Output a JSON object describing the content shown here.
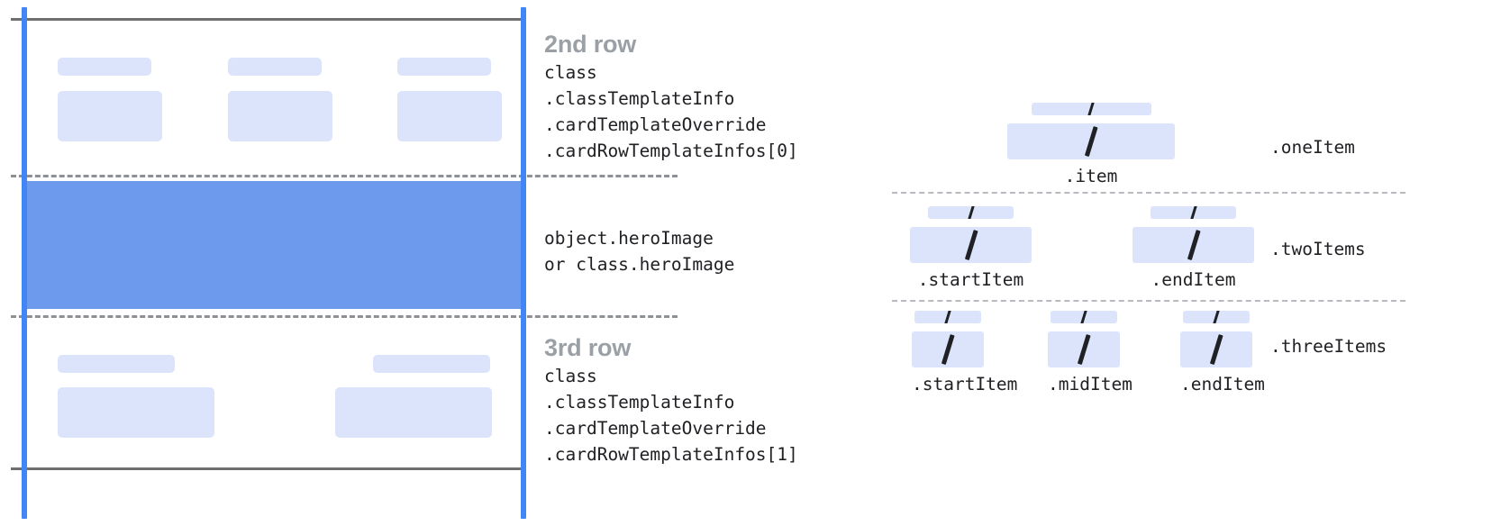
{
  "colors": {
    "accent_blue": "#4285f4",
    "hero_blue": "#6d9aec",
    "placeholder_blue": "#dbe4fb",
    "rule_gray": "#6d6f71",
    "dash_gray": "#8d9196",
    "title_gray": "#9aa0a6",
    "code_text": "#202124"
  },
  "left_diagram": {
    "row2_annotation": {
      "title": "2nd row",
      "code": "class\n.classTemplateInfo\n.cardTemplateOverride\n.cardRowTemplateInfos[0]"
    },
    "hero_annotation": {
      "code": "object.heroImage\nor class.heroImage"
    },
    "row3_annotation": {
      "title": "3rd row",
      "code": "class\n.classTemplateInfo\n.cardTemplateOverride\n.cardRowTemplateInfos[1]"
    }
  },
  "right_diagram": {
    "groups": [
      {
        "label": ".oneItem",
        "cells": [
          {
            "caption": ".item",
            "glyph": "slash"
          }
        ]
      },
      {
        "label": ".twoItems",
        "cells": [
          {
            "caption": ".startItem",
            "glyph": "slash"
          },
          {
            "caption": ".endItem",
            "glyph": "slash"
          }
        ]
      },
      {
        "label": ".threeItems",
        "cells": [
          {
            "caption": ".startItem",
            "glyph": "slash"
          },
          {
            "caption": ".midItem",
            "glyph": "slash"
          },
          {
            "caption": ".endItem",
            "glyph": "slash"
          }
        ]
      }
    ]
  }
}
